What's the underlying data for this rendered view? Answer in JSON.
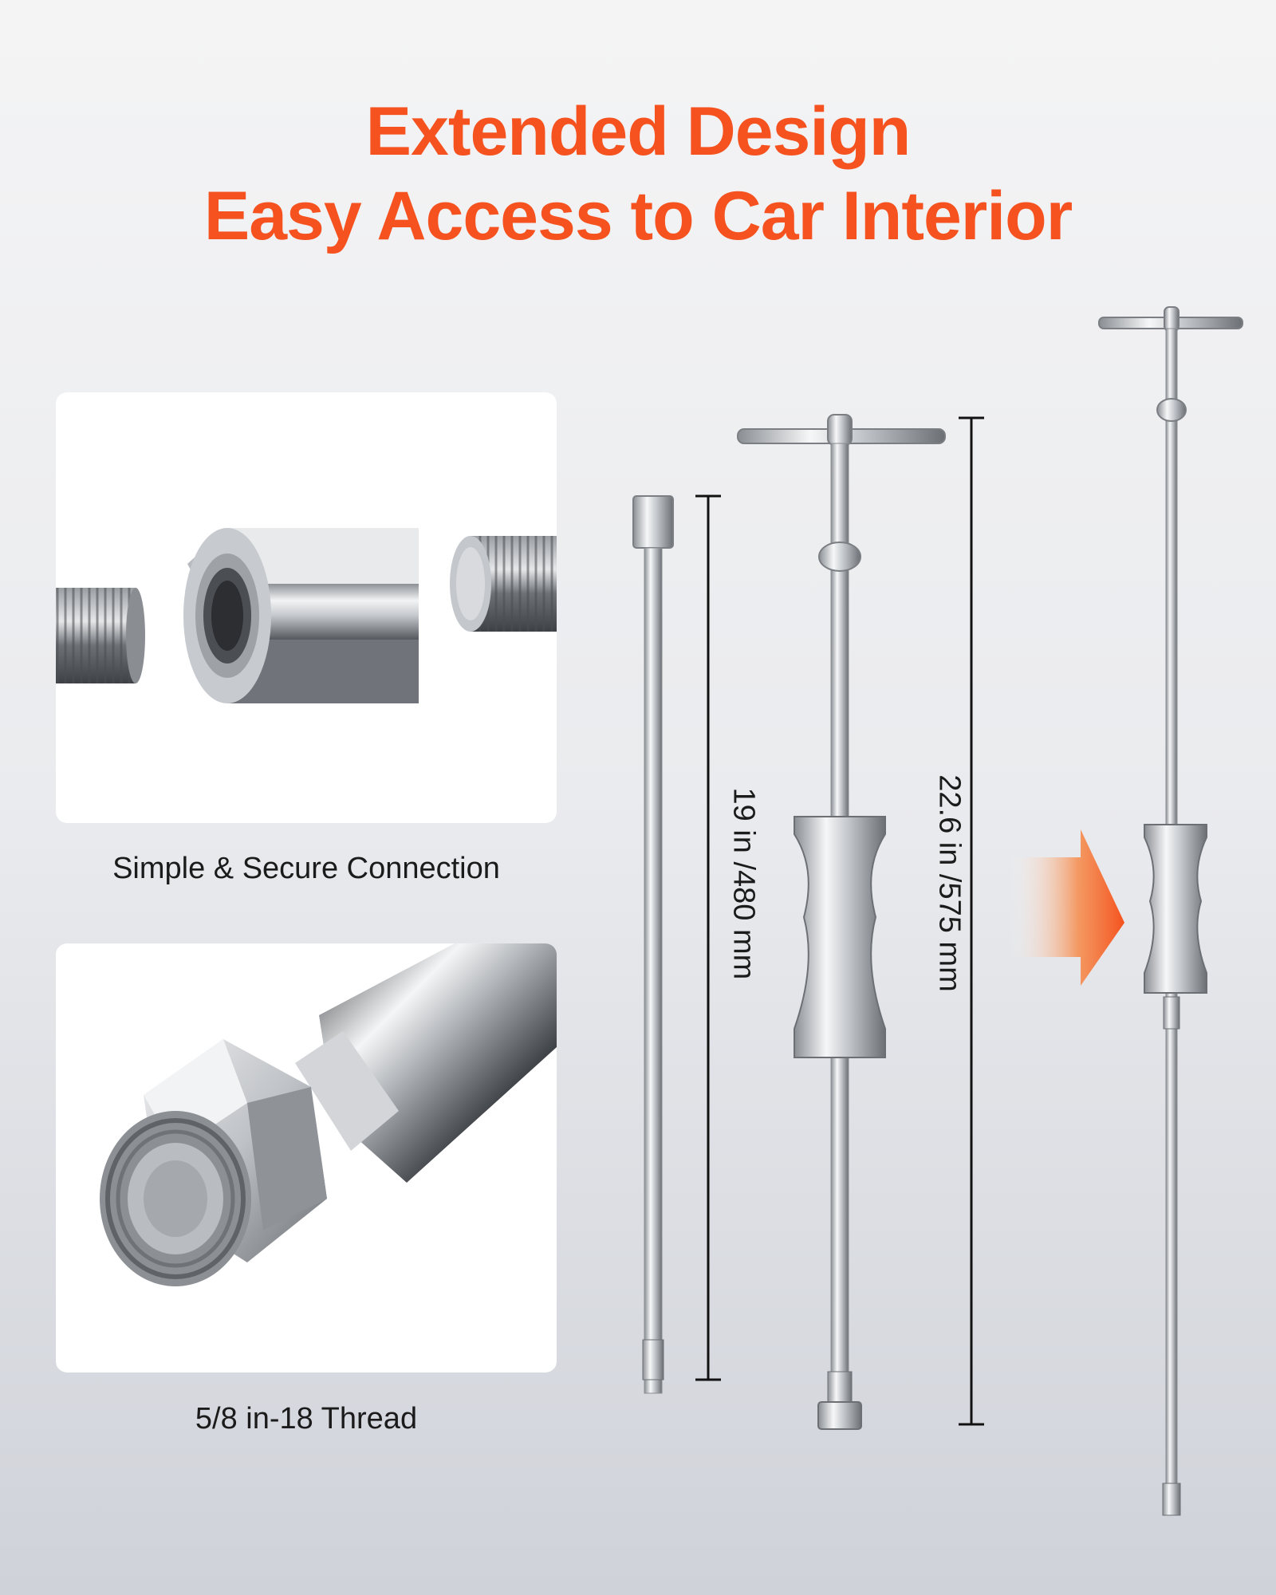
{
  "header": {
    "title_line1": "Extended Design",
    "title_line2": "Easy Access to Car Interior",
    "accent_color": "#f5521f"
  },
  "features": [
    {
      "caption": "Simple & Secure Connection",
      "image": "coupling-nut-with-threaded-rods"
    },
    {
      "caption": "5/8 in-18 Thread",
      "image": "threaded-rod-end-with-hex-nut"
    }
  ],
  "dimensions": {
    "extension_rod": "19 in /480 mm",
    "slide_hammer": "22.6 in /575 mm"
  },
  "icons": {
    "arrow": "arrow-right-icon"
  }
}
